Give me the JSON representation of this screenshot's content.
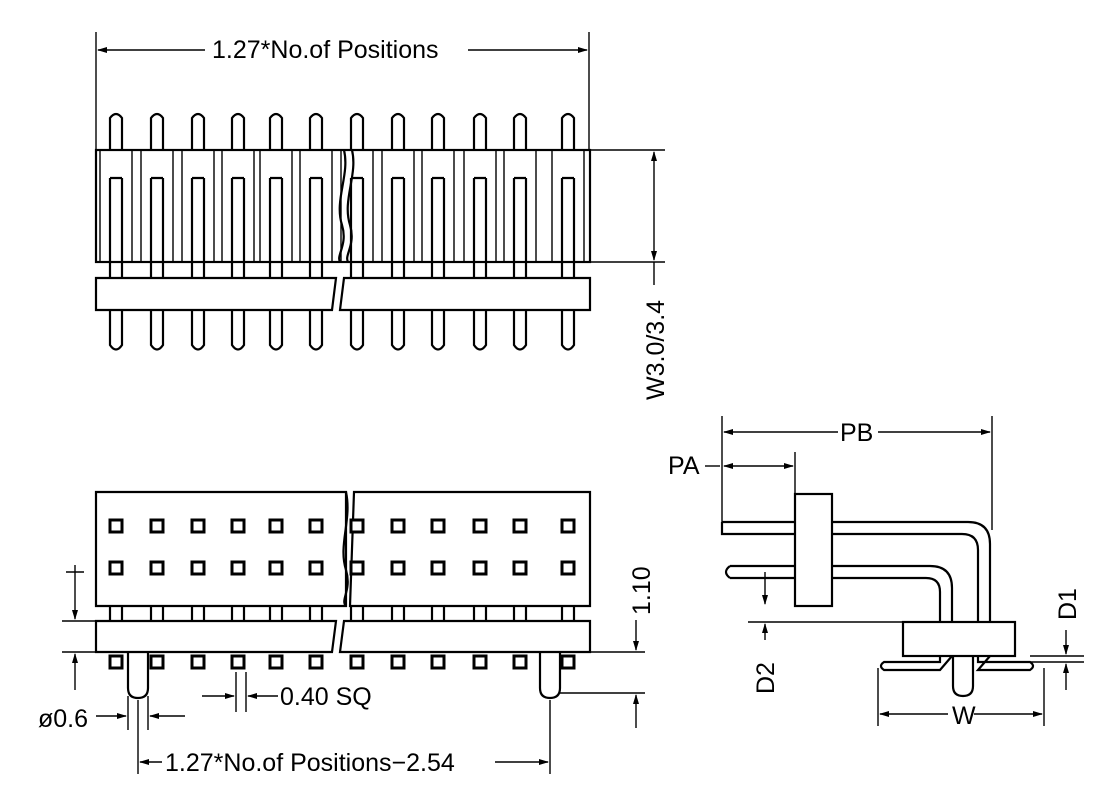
{
  "dimensions": {
    "top_length": "1.27*No.of  Positions",
    "width": "W3.0/3.4",
    "pitch_row": "1.10",
    "pin_square": "0.40  SQ",
    "pin_dia": "ø0.6",
    "bottom_length": "1.27*No.of  Positions−2.54",
    "pb": "PB",
    "pa": "PA",
    "d1": "D1",
    "d2": "D2",
    "w": "W"
  },
  "views": [
    "top-view",
    "front-view",
    "side-view"
  ]
}
